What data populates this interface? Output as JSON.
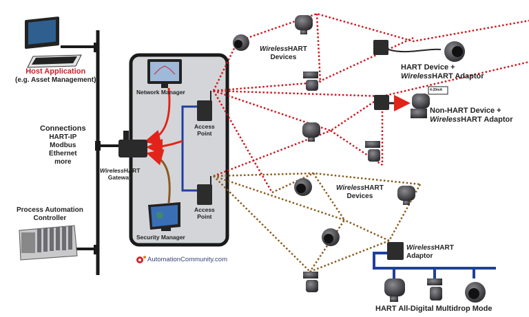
{
  "diagram": {
    "host": {
      "title": "Host Application",
      "subtitle": "(e.g. Asset Management)"
    },
    "connections": {
      "title": "Connections",
      "items": [
        "HART-IP",
        "Modbus",
        "Ethernet",
        "more"
      ]
    },
    "controller": {
      "line1": "Process Automation",
      "line2": "Controller"
    },
    "gateway": {
      "italic": "Wireless",
      "bold": "HART",
      "line2": "Gateway"
    },
    "network_manager": "Network Manager",
    "security_manager": "Security Manager",
    "access_point_top": {
      "line1": "Access",
      "line2": "Point"
    },
    "access_point_bottom": {
      "line1": "Access",
      "line2": "Point"
    },
    "devices_top": {
      "italic": "Wireless",
      "bold": "HART",
      "line2": "Devices"
    },
    "devices_bottom": {
      "italic": "Wireless",
      "bold": "HART",
      "line2": "Devices"
    },
    "hart_adapter": {
      "line1": "HART Device +",
      "italic": "Wireless",
      "bold": "HART Adaptor"
    },
    "nonhart_adapter": {
      "line1": "Non-HART Device +",
      "italic": "Wireless",
      "bold": "HART Adaptor",
      "signal": "4-20mA"
    },
    "multidrop_adapter": {
      "italic": "Wireless",
      "bold": "HART",
      "line2": "Adaptor"
    },
    "multidrop_mode": "HART All-Digital Multidrop Mode",
    "brand": "AutomationCommunity.com",
    "colors": {
      "mesh_red": "#d0161d",
      "mesh_brown": "#8a5a1a",
      "bus_blue": "#1f3fa0",
      "panel": "#d4d5d8",
      "arrow_red": "#e2231a",
      "arrow_brown": "#8b5a1e"
    }
  }
}
